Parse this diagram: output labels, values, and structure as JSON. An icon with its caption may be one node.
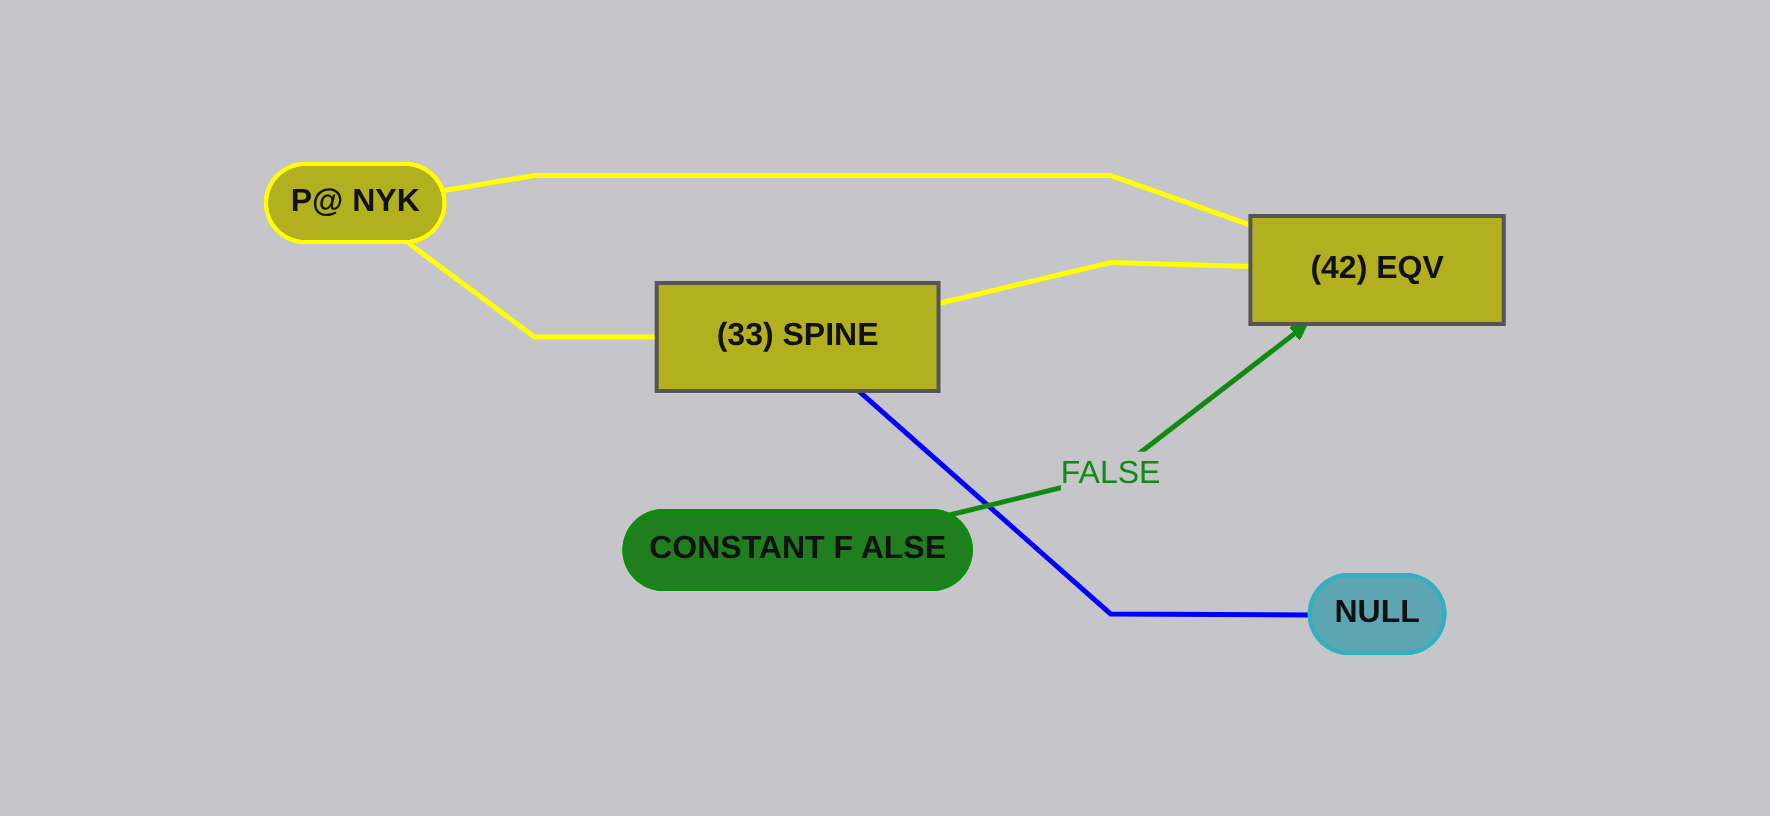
{
  "diagram": {
    "nodes": [
      {
        "text": [
          "P@ NYK"
        ]
      },
      {
        "text": [
          "(33) SPINE"
        ]
      },
      {
        "text": [
          "NULL"
        ]
      },
      {
        "text": [
          "(42) EQV"
        ]
      },
      {
        "text": [
          "CONSTANT F ALSE"
        ]
      }
    ],
    "edges": [
      {
        "from": 0,
        "to": 1,
        "arrow": "none"
      },
      {
        "from": 0,
        "to": 3,
        "arrow": "none"
      },
      {
        "from": 1,
        "to": 3,
        "arrow": "none"
      },
      {
        "from": 1,
        "to": 2,
        "arrow": "none",
        "color": "#0000ff"
      },
      {
        "from": 4,
        "to": 3,
        "arrow": "to",
        "label": "FALSE",
        "color": "#108a10"
      }
    ]
  }
}
